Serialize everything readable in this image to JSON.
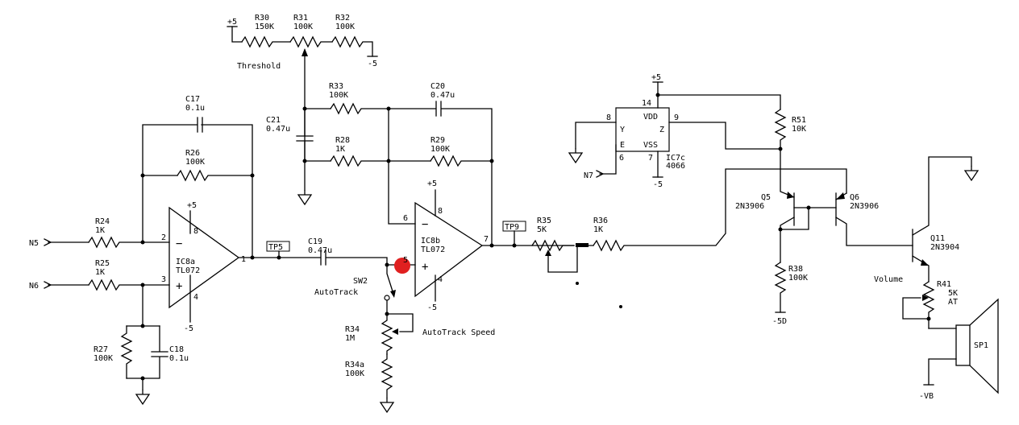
{
  "labels": {
    "p5_top": "+5",
    "r30": "R30",
    "r30v": "150K",
    "r31": "R31",
    "r31v": "100K",
    "r32": "R32",
    "r32v": "100K",
    "m5_top": "-5",
    "threshold": "Threshold",
    "r33": "R33",
    "r33v": "100K",
    "c20": "C20",
    "c20v": "0.47u",
    "c21": "C21",
    "c21v": "0.47u",
    "r28": "R28",
    "r28v": "1K",
    "r29": "R29",
    "r29v": "100K",
    "c17": "C17",
    "c17v": "0.1u",
    "r26": "R26",
    "r26v": "100K",
    "ic8a": "IC8a",
    "ic8av": "TL072",
    "ic8b": "IC8b",
    "ic8bv": "TL072",
    "p5_a": "+5",
    "m5_a": "-5",
    "p5_b": "+5",
    "m5_b": "-5",
    "pin2": "2",
    "pin3": "3",
    "pin1": "1",
    "pin8a": "8",
    "pin4a": "4",
    "pin6": "6",
    "pin5": "5",
    "pin7": "7",
    "pin8b": "8",
    "pin4b": "4",
    "minus_a": "−",
    "plus_a": "+",
    "minus_b": "−",
    "plus_b": "+",
    "n5": "N5",
    "n6": "N6",
    "r24": "R24",
    "r24v": "1K",
    "r25": "R25",
    "r25v": "1K",
    "r27": "R27",
    "r27v": "100K",
    "c18": "C18",
    "c18v": "0.1u",
    "tp5": "TP5",
    "tp9": "TP9",
    "c19": "C19",
    "c19v": "0.47u",
    "sw2": "SW2",
    "autotrack": "AutoTrack",
    "r34": "R34",
    "r34v": "1M",
    "r34a": "R34a",
    "r34av": "100K",
    "autotrack_speed": "AutoTrack Speed",
    "r35": "R35",
    "r35v": "5K",
    "r36": "R36",
    "r36v": "1K",
    "p5_ic7": "+5",
    "pin14": "14",
    "pin8c": "8",
    "pin9": "9",
    "pin6c": "6",
    "pin7c": "7",
    "vdd": "VDD",
    "y": "Y",
    "z": "Z",
    "e": "E",
    "vss": "VSS",
    "ic7c": "IC7c",
    "ic7cv": "4066",
    "n7": "N7",
    "m5_ic7": "-5",
    "r51": "R51",
    "r51v": "10K",
    "q5": "Q5",
    "q5v": "2N3906",
    "q6": "Q6",
    "q6v": "2N3906",
    "r38": "R38",
    "r38v": "100K",
    "m5d": "-5D",
    "q11": "Q11",
    "q11v": "2N3904",
    "volume": "Volume",
    "r41": "R41",
    "r41v": "5K",
    "r41v2": "AT",
    "sp1": "SP1",
    "mvb": "-VB"
  }
}
